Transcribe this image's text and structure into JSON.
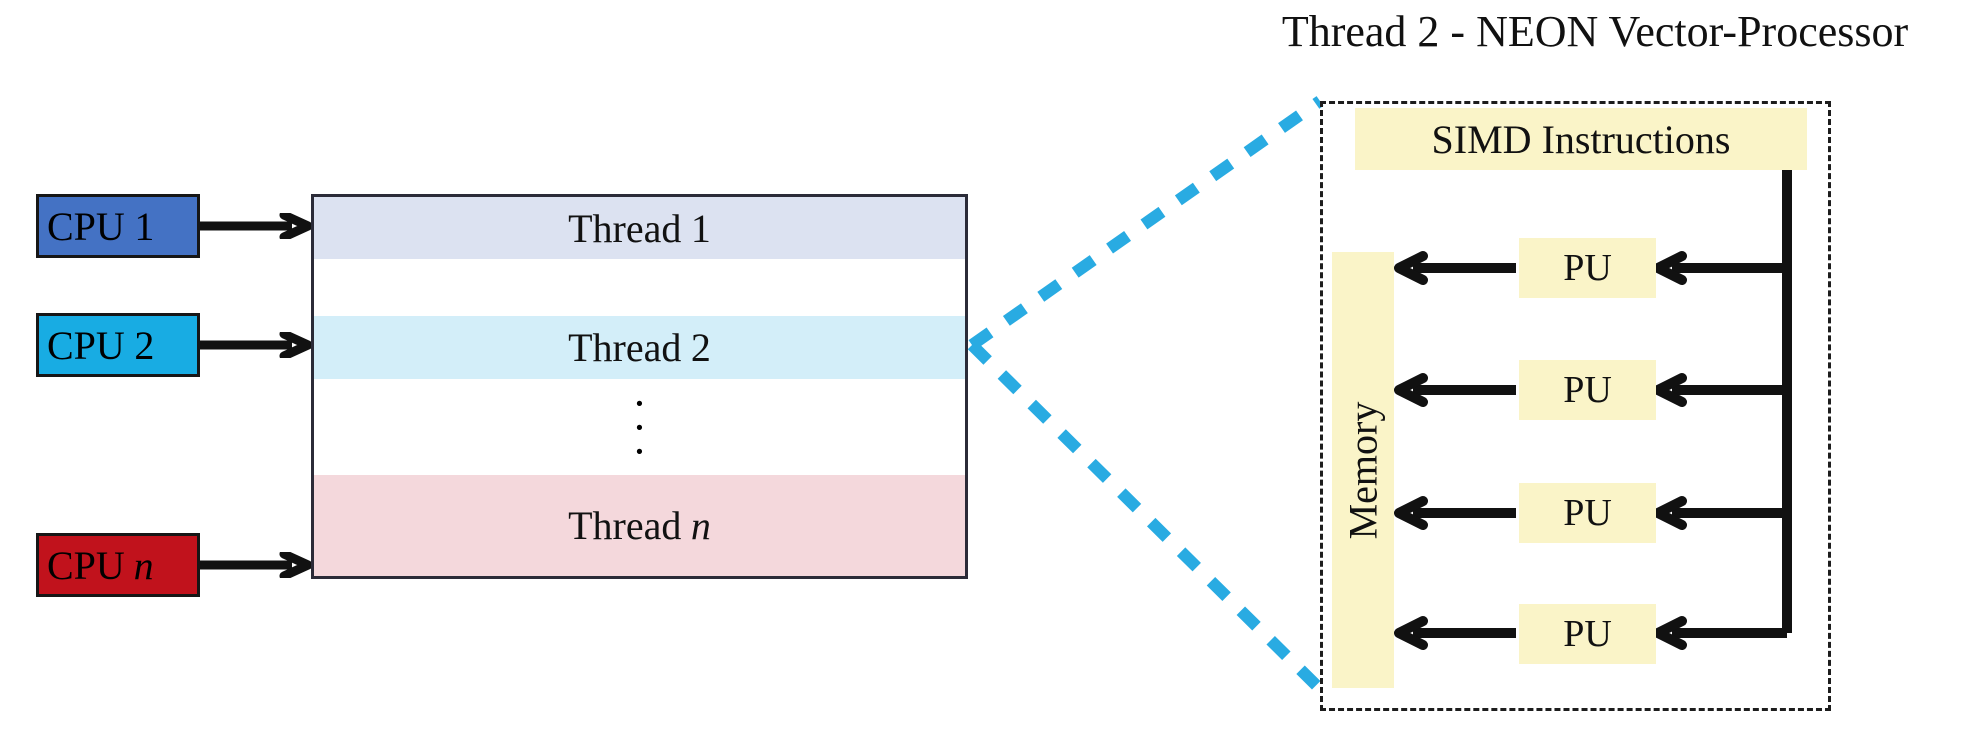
{
  "diagram": {
    "title": "Thread 2 - NEON Vector-Processor",
    "colors": {
      "cpu1": "#4472C4",
      "cpu2": "#18ACE3",
      "cpun": "#C1121C",
      "thread1_band": "#DCE2F1",
      "thread2_band": "#D3EEF9",
      "threadn_band": "#F4D8DC",
      "neon_yellow": "#FAF4C8",
      "connector_blue": "#29ABE2",
      "arrow_black": "#111111",
      "panel_border": "#1D1D1D"
    },
    "cpus": [
      {
        "id": "cpu-1",
        "label": "CPU",
        "index": "1",
        "italic_index": false
      },
      {
        "id": "cpu-2",
        "label": "CPU",
        "index": "2",
        "italic_index": false
      },
      {
        "id": "cpu-n",
        "label": "CPU",
        "index": "n",
        "italic_index": true
      }
    ],
    "threads": [
      {
        "id": "thread-1",
        "label": "Thread",
        "index": "1",
        "italic_index": false
      },
      {
        "id": "thread-2",
        "label": "Thread",
        "index": "2",
        "italic_index": false
      },
      {
        "id": "thread-n",
        "label": "Thread",
        "index": "n",
        "italic_index": true
      }
    ],
    "ellipsis_dot": "·",
    "neon": {
      "simd_label": "SIMD Instructions",
      "memory_label": "Memory",
      "pu_label": "PU",
      "pu_count": 4,
      "pu_units": [
        "PU",
        "PU",
        "PU",
        "PU"
      ]
    },
    "icons": {
      "cpu_to_thread_arrow": "arrow-right-icon",
      "bus_to_pu_arrow": "arrow-left-icon",
      "pu_to_memory_arrow": "arrow-left-icon",
      "zoom_connector": "callout-dashed-icon"
    }
  }
}
